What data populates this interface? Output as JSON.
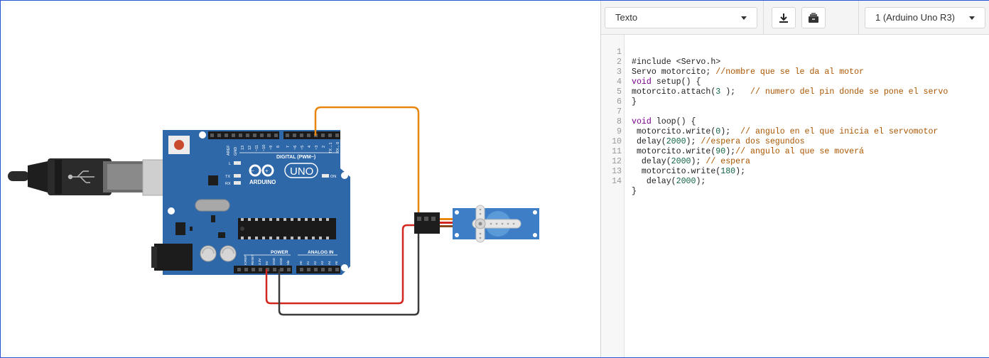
{
  "toolbar": {
    "mode_label": "Texto",
    "download_icon": "download-icon",
    "library_icon": "library-icon",
    "board_label": "1 (Arduino Uno R3)"
  },
  "board": {
    "brand": "ARDUINO",
    "model": "UNO",
    "digital_header": "DIGITAL (PWM~)",
    "power_header": "POWER",
    "analog_header": "ANALOG IN",
    "led_l": "L",
    "led_tx": "TX",
    "led_rx": "RX",
    "led_on": "ON",
    "digital_pins": [
      "AREF",
      "GND",
      "13",
      "12",
      "~11",
      "~10",
      "~9",
      "8",
      "7",
      "~6",
      "~5",
      "4",
      "~3",
      "2",
      "TX→1",
      "RX←0"
    ],
    "power_pins": [
      "IOREF",
      "RESET",
      "3.3V",
      "5V",
      "GND",
      "GND",
      "Vin"
    ],
    "analog_pins": [
      "A0",
      "A1",
      "A2",
      "A3",
      "A4",
      "A5"
    ]
  },
  "wires": {
    "signal_color": "#e8860e",
    "power_color": "#d3261e",
    "ground_color": "#3a3a3a"
  },
  "colors": {
    "board": "#2f68a8",
    "servo": "#3d7ec6",
    "gutter_text": "#999999"
  },
  "code_lines": [
    {
      "n": "1",
      "text": "#include <Servo.h>"
    },
    {
      "n": "2",
      "text": "Servo motorcito; //nombre que se le da al motor"
    },
    {
      "n": "3",
      "text": "void setup() {"
    },
    {
      "n": "4",
      "text": "motorcito.attach(3 );   // numero del pin donde se pone el servo"
    },
    {
      "n": "5",
      "text": "}"
    },
    {
      "n": "6",
      "text": ""
    },
    {
      "n": "7",
      "text": "void loop() {"
    },
    {
      "n": "8",
      "text": " motorcito.write(0);  // angulo en el que inicia el servomotor"
    },
    {
      "n": "9",
      "text": " delay(2000); //espera dos segundos"
    },
    {
      "n": "10",
      "text": " motorcito.write(90);// angulo al que se moverá"
    },
    {
      "n": "11",
      "text": "  delay(2000); // espera"
    },
    {
      "n": "12",
      "text": "  motorcito.write(180);"
    },
    {
      "n": "13",
      "text": "   delay(2000);"
    },
    {
      "n": "14",
      "text": "}"
    }
  ]
}
